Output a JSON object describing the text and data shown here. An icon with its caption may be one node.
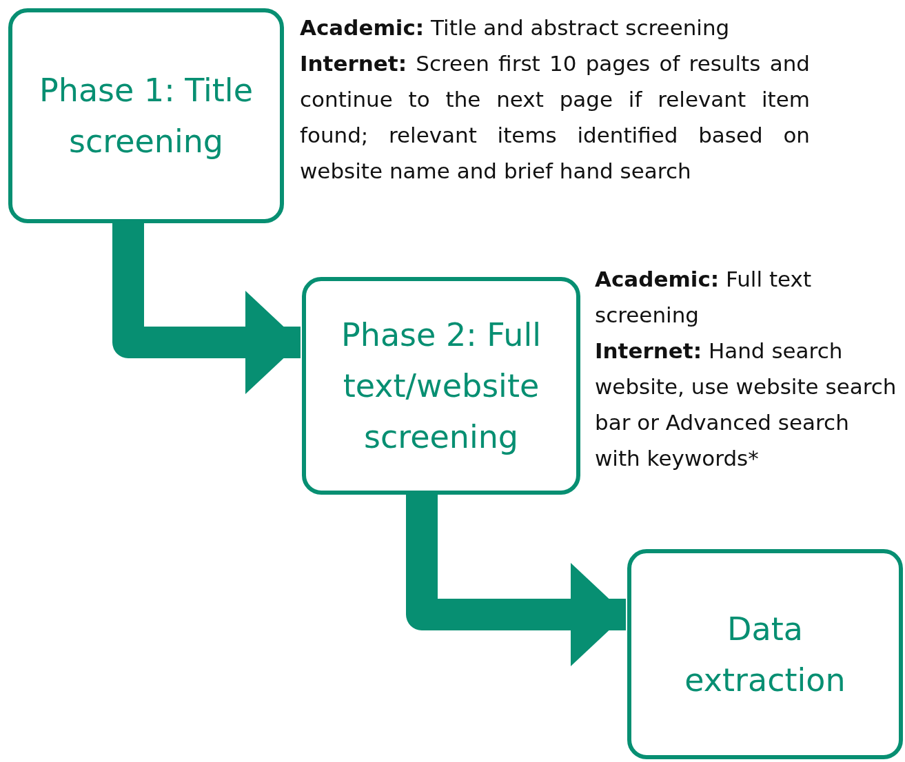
{
  "diagram": {
    "nodes": [
      {
        "text": [
          "Phase 1: Title screening"
        ],
        "beside": [
          "**Academic:** Title and abstract screening",
          "**Internet:** Screen first 10 pages of results and continue to the next page if relevant item found; relevant items identified based on website name and brief hand search"
        ]
      },
      {
        "text": [
          "Phase 2: Full text/website screening"
        ],
        "beside": [
          "**Academic:** Full text screening",
          "**Internet:** Hand search website, use website search bar or Advanced search with keywords*"
        ]
      },
      {
        "text": [
          "Data extraction"
        ]
      }
    ],
    "edges": [
      {
        "from": 0,
        "to": 1,
        "arrow": "to"
      },
      {
        "from": 1,
        "to": 2,
        "arrow": "to"
      }
    ]
  }
}
